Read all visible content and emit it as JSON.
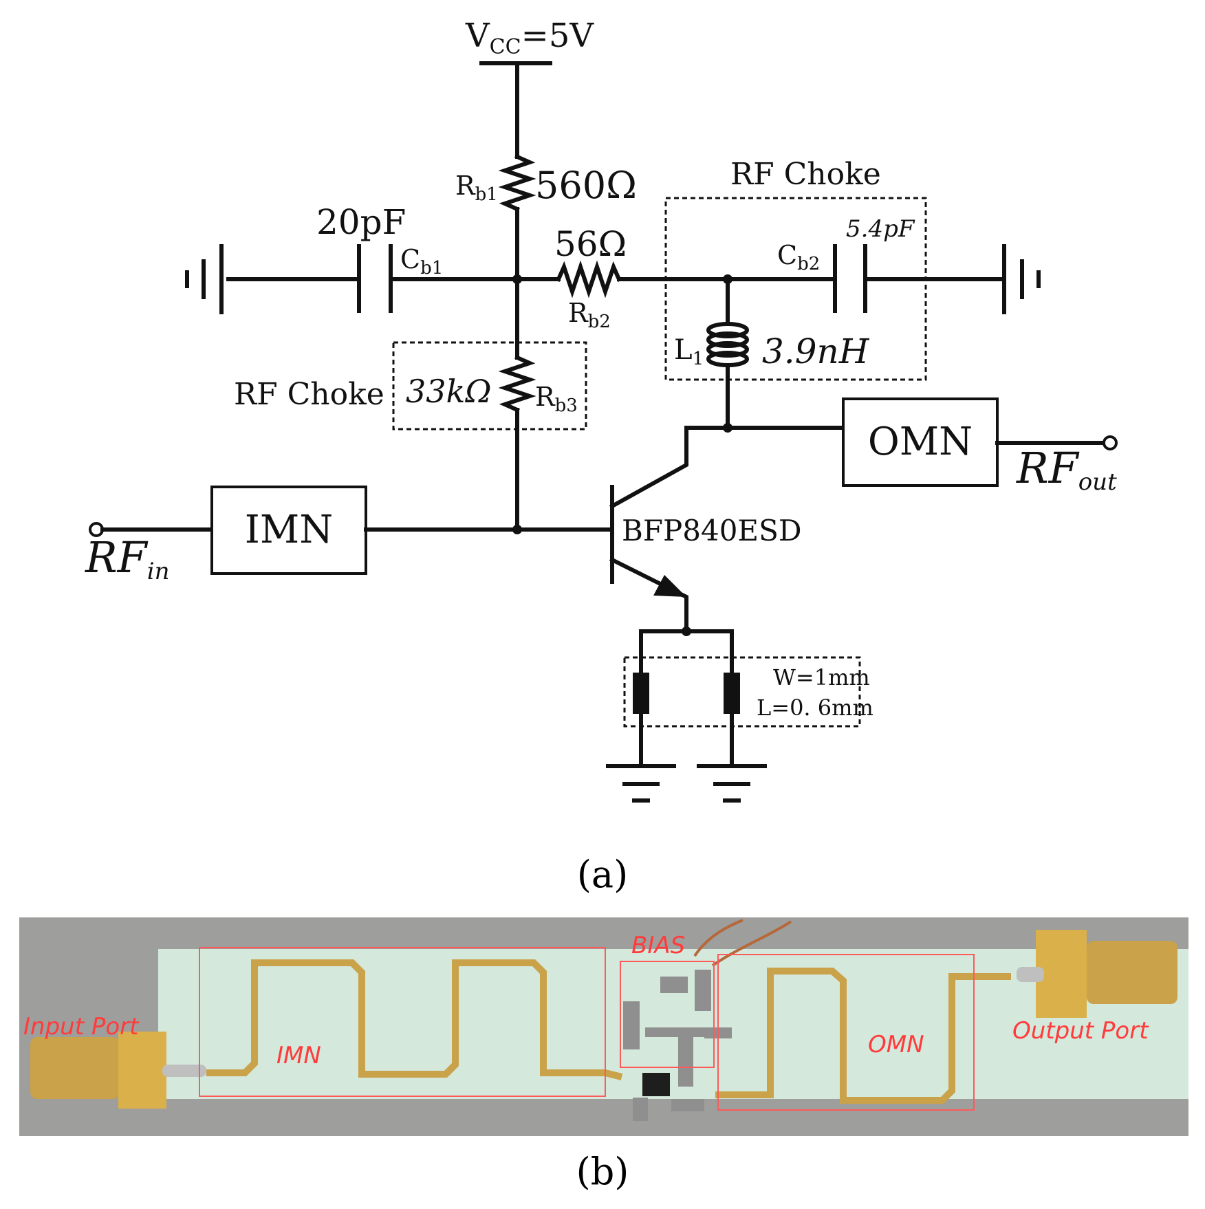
{
  "schematic": {
    "vcc": "V",
    "vcc_sub": "CC",
    "vcc_value": "=5V",
    "rb1": {
      "name": "R",
      "sub": "b1",
      "value": "560Ω"
    },
    "rb2": {
      "name": "R",
      "sub": "b2",
      "value": "56Ω"
    },
    "rb3": {
      "name": "R",
      "sub": "b3",
      "value": "33kΩ"
    },
    "cb1": {
      "name": "C",
      "sub": "b1",
      "value": "20pF"
    },
    "cb2": {
      "name": "C",
      "sub": "b2",
      "value": "5.4pF"
    },
    "l1": {
      "name": "L",
      "sub": "1",
      "value": "3.9nH"
    },
    "rf_choke_top": "RF  Choke",
    "rf_choke_left": "RF  Choke",
    "transistor": "BFP840ESD",
    "imn": "IMN",
    "omn": "OMN",
    "rf_in": "RF",
    "rf_in_sub": "in",
    "rf_out": "RF",
    "rf_out_sub": "out",
    "stub_w": "W=1mm",
    "stub_l": "L=0. 6mm"
  },
  "captions": {
    "a": "(a)",
    "b": "(b)"
  },
  "photo": {
    "input_port": "Input Port",
    "output_port": "Output Port",
    "imn": "IMN",
    "omn": "OMN",
    "bias": "BIAS"
  },
  "colors": {
    "label_red": "#ff3b3b",
    "board": "#d4e8dc",
    "trace_gold": "#c9a24a",
    "background_gray": "#9e9e9c"
  }
}
